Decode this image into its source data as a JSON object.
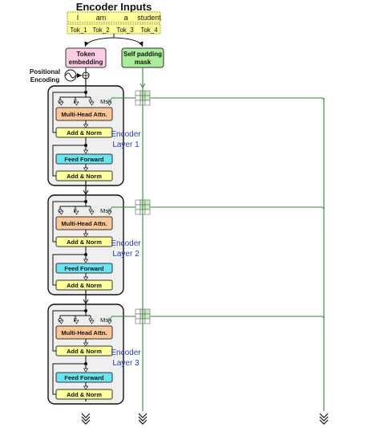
{
  "title": "Encoder Inputs",
  "words": [
    "I",
    "am",
    "a",
    "student"
  ],
  "tokens": [
    "Tok_1",
    "Tok_2",
    "Tok_3",
    "Tok_4"
  ],
  "token_embedding": [
    "Token",
    "embedding"
  ],
  "self_padding_mask": [
    "Self padding",
    "mask"
  ],
  "positional_encoding": [
    "Positional",
    "Encoding"
  ],
  "inputs": [
    "Q",
    "K",
    "V",
    "Msk"
  ],
  "attention": "Multi-Head Attn.",
  "add_norm": "Add & Norm",
  "feed_forward": "Feed Forward",
  "layers": [
    {
      "line1": "Encoder",
      "line2": "Layer 1"
    },
    {
      "line1": "Encoder",
      "line2": "Layer 2"
    },
    {
      "line1": "Encoder",
      "line2": "Layer 3"
    }
  ],
  "colors": {
    "token_yellow": "#ffff99",
    "embedding_pink": "#ffcce6",
    "mask_green": "#a8ee98",
    "attention_orange": "#fdc896",
    "addnorm_yellow": "#ffff99",
    "ff_cyan": "#66e6f0",
    "layer_box": "#efefef",
    "mask_line": "#2e8b2e",
    "label_blue": "#1f3fbf"
  }
}
